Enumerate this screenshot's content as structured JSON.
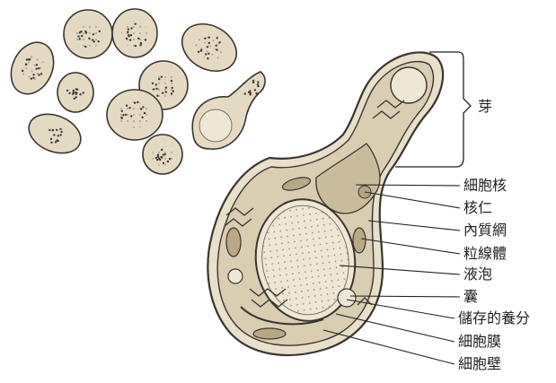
{
  "diagram": {
    "bracket_label": "芽",
    "labels": [
      "細胞核",
      "核仁",
      "內質網",
      "粒線體",
      "液泡",
      "囊",
      "儲存的養分",
      "細胞膜",
      "細胞壁"
    ],
    "colors": {
      "stroke": "#3a3530",
      "cell_fill": "#e9e0cc",
      "cytoplasm": "#d9cdb2",
      "vacuole": "#efe7d6",
      "dots": "#3d3a36",
      "label_line": "#222222"
    }
  }
}
